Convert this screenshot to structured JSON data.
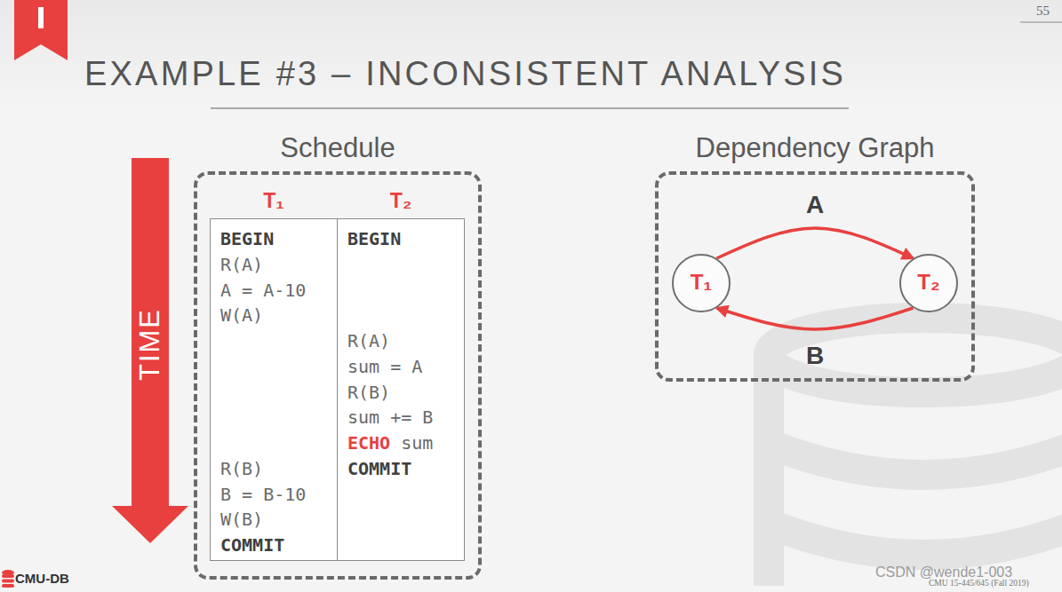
{
  "diagram": {
    "title": "EXAMPLE #3 – INCONSISTENT ANALYSIS",
    "nodes": [
      {
        "text": [
          "Schedule"
        ]
      },
      {
        "text": [
          "T₁",
          "BEGIN",
          "R(A)",
          "A = A-10",
          "W(A)",
          "R(B)",
          "B = B-10",
          "W(B)",
          "COMMIT"
        ],
        "in": 0
      },
      {
        "text": [
          "T₂",
          "BEGIN",
          "R(A)",
          "sum = A",
          "R(B)",
          "sum += B",
          "ECHO",
          "sum",
          "COMMIT"
        ],
        "in": 0
      },
      {
        "text": [
          "Dependency Graph"
        ]
      },
      {
        "text": [
          "T₁"
        ],
        "in": 3
      },
      {
        "text": [
          "T₂"
        ],
        "in": 3
      }
    ],
    "edges": [
      {
        "from": 1,
        "to": 2,
        "arrow": "both"
      },
      {
        "from": 2,
        "to": 1,
        "arrow": "both"
      },
      {
        "from": 4,
        "to": 5,
        "label": "A",
        "arrow": "to"
      },
      {
        "from": 5,
        "to": 4,
        "label": "B",
        "arrow": "to"
      }
    ],
    "labels": [
      "55",
      "TIME",
      "CMU-DB",
      "CMU 15-445/645 (Fall 2019)",
      "CSDN @wende1-003"
    ]
  }
}
